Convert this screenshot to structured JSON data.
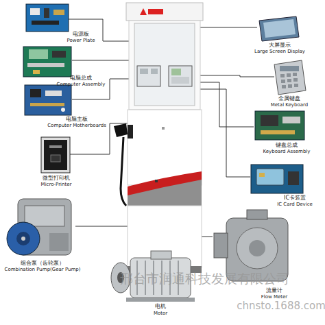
{
  "diagram": {
    "labels": [
      "电源板",
      "Power Plate",
      "电脑总成",
      "Computer Assembly",
      "电脑主板",
      "Computer Motherboards",
      "微型打印机",
      "Micro-Printer",
      "组合泵（齿轮泵）",
      "Combination Pump(Gear Pump)",
      "电机",
      "Motor",
      "大屏显示",
      "Large Screen Display",
      "金属键盘",
      "Metal Keyboard",
      "键盘总成",
      "Keyboard Assembly",
      "IC卡装置",
      "IC Card Device",
      "流量计",
      "Flow Meter",
      "邢台市润通科技发展有限公司",
      "chnsto.1688.com"
    ]
  }
}
